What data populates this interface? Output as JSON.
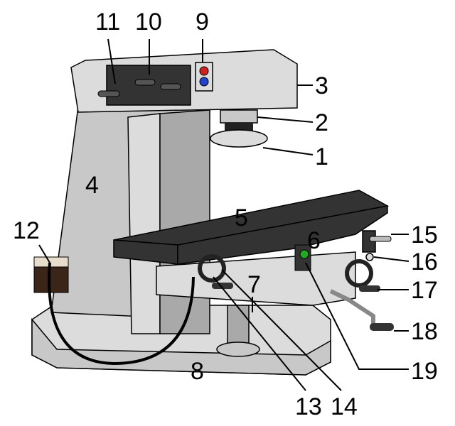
{
  "title": "Milling machine parts",
  "labels": {
    "l1": "1",
    "l2": "2",
    "l3": "3",
    "l4": "4",
    "l5": "5",
    "l6": "6",
    "l7": "7",
    "l8": "8",
    "l9": "9",
    "l10": "10",
    "l11": "11",
    "l12": "12",
    "l13": "13",
    "l14": "14",
    "l15": "15",
    "l16": "16",
    "l17": "17",
    "l18": "18",
    "l19": "19"
  },
  "colors": {
    "body": "#c8c8c8",
    "table": "#333333",
    "coolant": "#3b2418",
    "button_red": "#cc2222",
    "button_blue": "#2244cc",
    "indicator_green": "#22aa22"
  }
}
